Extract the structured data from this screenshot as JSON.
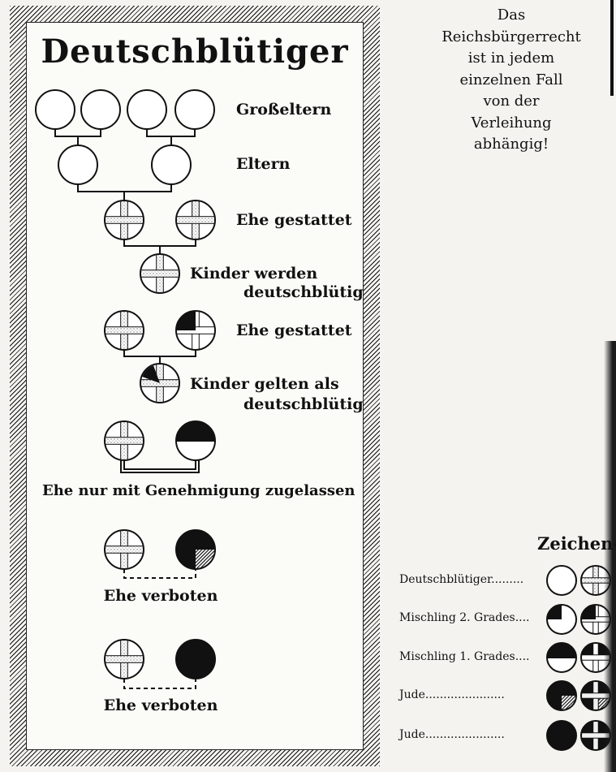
{
  "title": "Deutschblütiger",
  "labels": {
    "grosseltern": "Großeltern",
    "eltern": "Eltern",
    "ehe_gestattet_1": "Ehe gestattet",
    "kinder_werden_1": "Kinder werden",
    "kinder_werden_2": "deutschblütig",
    "ehe_gestattet_2": "Ehe gestattet",
    "kinder_gelten_1": "Kinder gelten als",
    "kinder_gelten_2": "deutschblütig",
    "ehe_genehmigung": "Ehe nur mit Genehmigung zugelassen",
    "ehe_verboten_1": "Ehe verboten",
    "ehe_verboten_2": "Ehe verboten"
  },
  "note": {
    "lines": [
      "Das",
      "Reichsbürgerrecht",
      "ist in jedem",
      "einzelnen Fall",
      "von der",
      "Verleihung",
      "abhängig!"
    ]
  },
  "legend": {
    "title": "Zeichen-",
    "rows": [
      {
        "label": "Deutschblütiger",
        "dots": "........."
      },
      {
        "label": "Mischling 2. Grades",
        "dots": "...."
      },
      {
        "label": "Mischling 1. Grades",
        "dots": "...."
      },
      {
        "label": "Jude",
        "dots": "......................"
      },
      {
        "label": "Jude",
        "dots": "......................"
      }
    ]
  },
  "colors": {
    "ink": "#111111",
    "paper": "#fbfbf8",
    "stipple": "#c9c9c2"
  }
}
